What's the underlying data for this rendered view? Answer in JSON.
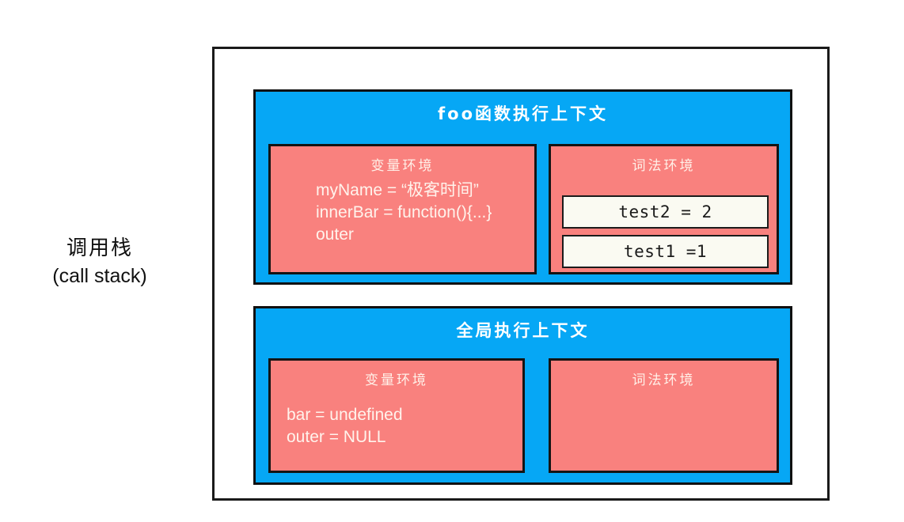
{
  "diagram": {
    "title": "调用栈 (call stack)",
    "side_label": {
      "cn": "调用栈",
      "en": "(call stack)"
    },
    "colors": {
      "context_blue": "#06A7F5",
      "environment_red": "#F9817E",
      "slot_white": "#FAFAF2",
      "stroke": "#141414",
      "context_title_text": "#FFFFFF",
      "env_title_text": "#FFF0E8",
      "env_body_text": "#FFF3EC",
      "slot_text": "#1A1A1A",
      "page_background": "#FFFFFF"
    },
    "contexts": [
      {
        "id": "foo",
        "title": "foo函数执行上下文",
        "variable_environment": {
          "title": "变量环境",
          "lines": [
            "myName = “极客时间”",
            "innerBar = function(){...}",
            "outer"
          ]
        },
        "lexical_environment": {
          "title": "词法环境",
          "slots": [
            "test2 = 2",
            "test1 =1"
          ]
        }
      },
      {
        "id": "global",
        "title": "全局执行上下文",
        "variable_environment": {
          "title": "变量环境",
          "lines": [
            "bar =  undefined",
            "outer = NULL"
          ]
        },
        "lexical_environment": {
          "title": "词法环境",
          "slots": []
        }
      }
    ]
  }
}
